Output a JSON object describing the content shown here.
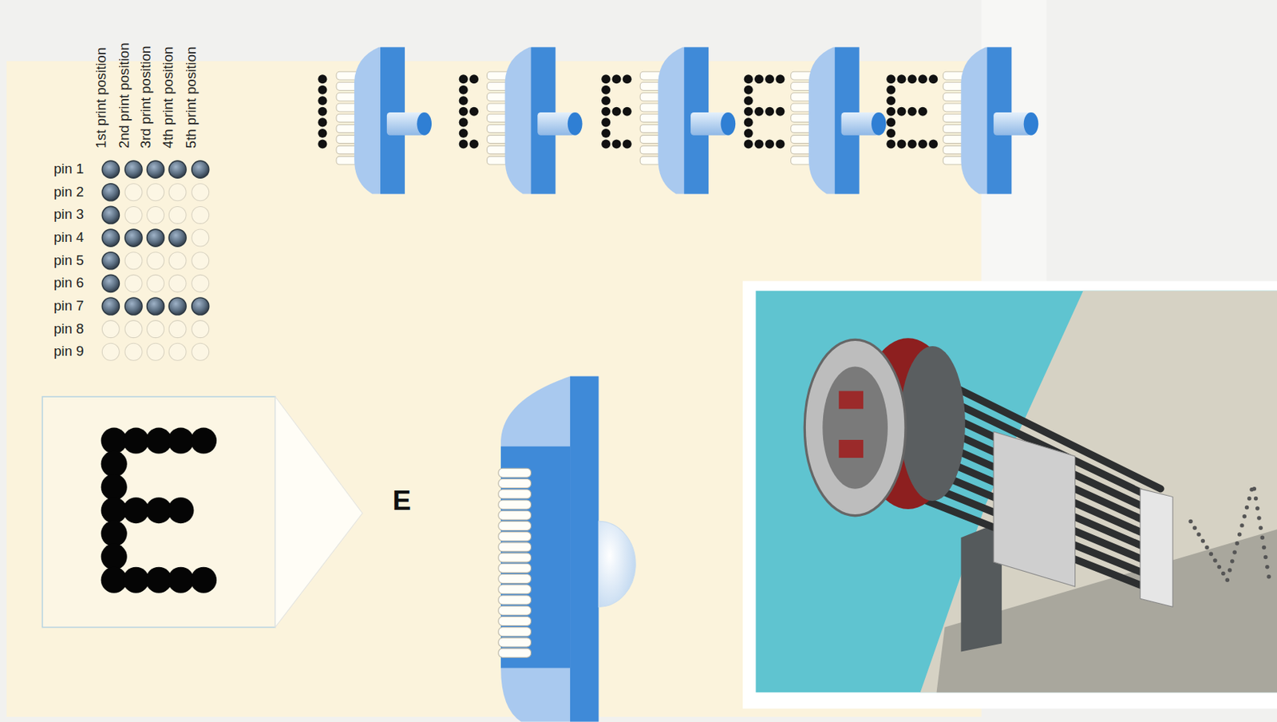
{
  "diagram": {
    "labels": [
      "1st print position",
      "2nd print position",
      "3rd print position",
      "4th print position",
      "5th print position",
      "pin 1",
      "pin 2",
      "pin 3",
      "pin 4",
      "pin 5",
      "pin 6",
      "pin 7",
      "pin 8",
      "pin 9",
      "E"
    ]
  }
}
